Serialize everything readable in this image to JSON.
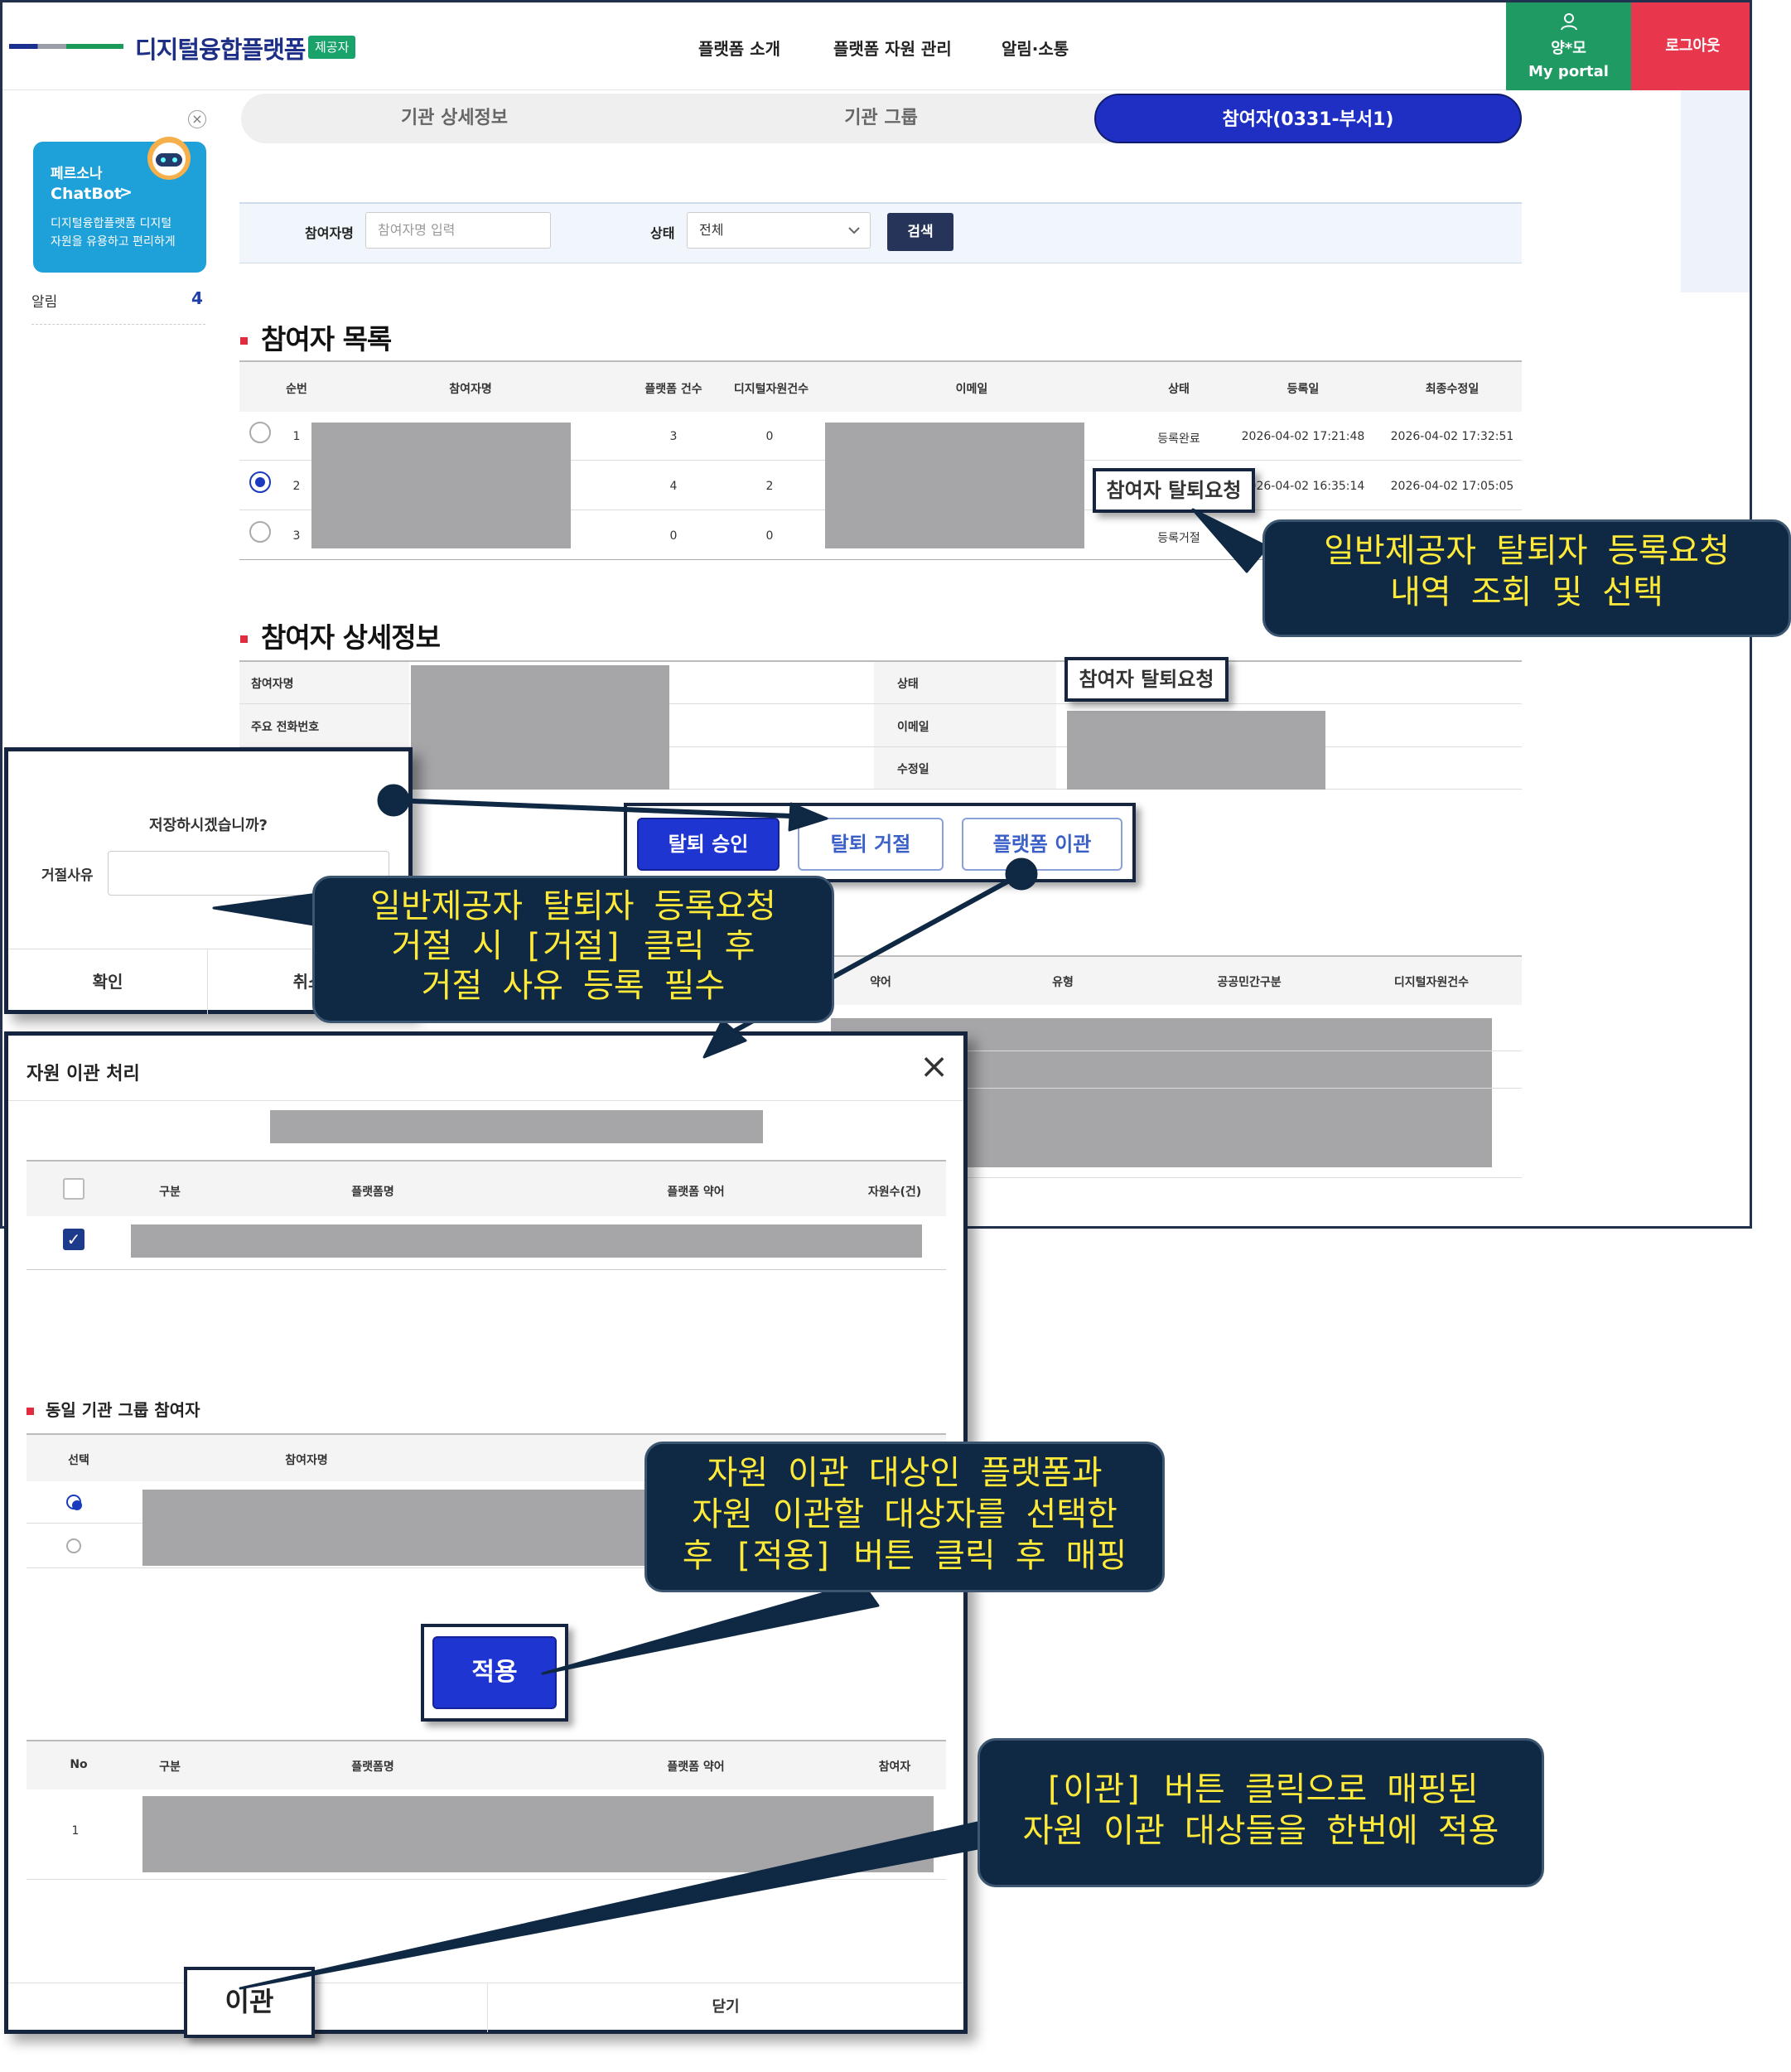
{
  "header": {
    "logo_text": "디지털융합플랫폼",
    "logo_badge": "제공자",
    "nav": [
      "플랫폼 소개",
      "플랫폼 자원 관리",
      "알림·소통"
    ],
    "user_name": "양*모",
    "portal_label": "My portal",
    "logout_label": "로그아웃"
  },
  "sidebar": {
    "chatbot_title": "페르소나",
    "chatbot_name": "ChatBot",
    "chatbot_arrow": ">",
    "chatbot_desc1": "디지털융합플랫폼 디지털",
    "chatbot_desc2": "자원을 유용하고 편리하게",
    "close_glyph": "×",
    "alert_label": "알림",
    "alert_count": "4"
  },
  "tabs": [
    "기관 상세정보",
    "기관 그룹",
    "참여자(0331-부서1)"
  ],
  "search": {
    "name_label": "참여자명",
    "name_placeholder": "참여자명 입력",
    "status_label": "상태",
    "status_value": "전체",
    "search_button": "검색"
  },
  "participant_list": {
    "title": "참여자 목록",
    "columns": [
      "순번",
      "참여자명",
      "플랫폼 건수",
      "디지털자원건수",
      "이메일",
      "상태",
      "등록일",
      "최종수정일"
    ],
    "rows": [
      {
        "no": "1",
        "platforms": "3",
        "resources": "0",
        "status": "등록완료",
        "created": "2026-04-02 17:21:48",
        "updated": "2026-04-02 17:32:51",
        "selected": false
      },
      {
        "no": "2",
        "platforms": "4",
        "resources": "2",
        "status": "참여자 탈퇴요청",
        "created": "2026-04-02 16:35:14",
        "updated": "2026-04-02 17:05:05",
        "selected": true
      },
      {
        "no": "3",
        "platforms": "0",
        "resources": "0",
        "status": "등록거절",
        "created": "",
        "updated": "",
        "selected": false
      }
    ]
  },
  "participant_detail": {
    "title": "참여자 상세정보",
    "name_label": "참여자명",
    "phone_label": "주요 전화번호",
    "status_label": "상태",
    "status_value": "참여자 탈퇴요청",
    "email_label": "이메일",
    "modified_label": "수정일"
  },
  "actions": {
    "approve": "탈퇴 승인",
    "reject": "탈퇴 거절",
    "transfer": "플랫폼 이관"
  },
  "platform_table_columns": [
    "약어",
    "유형",
    "공공민간구분",
    "디지털자원건수"
  ],
  "reject_modal": {
    "question": "저장하시겠습니까?",
    "reason_label": "거절사유",
    "confirm": "확인",
    "cancel": "취소"
  },
  "transfer_modal": {
    "title": "자원 이관 처리",
    "close_glyph": "×",
    "columns": [
      "구분",
      "플랫폼명",
      "플랫폼 약어",
      "자원수(건)"
    ],
    "group_title": "동일 기관 그룹 참여자",
    "group_columns": [
      "선택",
      "참여자명"
    ],
    "apply": "적용",
    "mapped_columns": [
      "No",
      "구분",
      "플랫폼명",
      "플랫폼 약어",
      "참여자"
    ],
    "mapped_row_no": "1",
    "transfer_button": "이관",
    "close_button": "닫기"
  },
  "callouts": {
    "c1": [
      "일반제공자 탈퇴자 등록요청",
      "내역 조회 및 선택"
    ],
    "c2": [
      "일반제공자 탈퇴자 등록요청",
      "거절 시 [거절] 클릭 후",
      "거절 사유 등록 필수"
    ],
    "c3": [
      "자원 이관 대상인 플랫폼과",
      "자원 이관할 대상자를 선택한",
      "후 [적용] 버튼 클릭 후 매핑"
    ],
    "c4": [
      "[이관] 버튼 클릭으로 매핑된",
      "자원 이관 대상들을 한번에 적용"
    ]
  },
  "colors": {
    "brand_navy": "#1d2f86",
    "tab_active": "#1f2fc4",
    "portal_green": "#1f9a63",
    "logout_red": "#e8364d",
    "callout_bg": "#0f2843",
    "callout_text": "#ffea3a"
  }
}
